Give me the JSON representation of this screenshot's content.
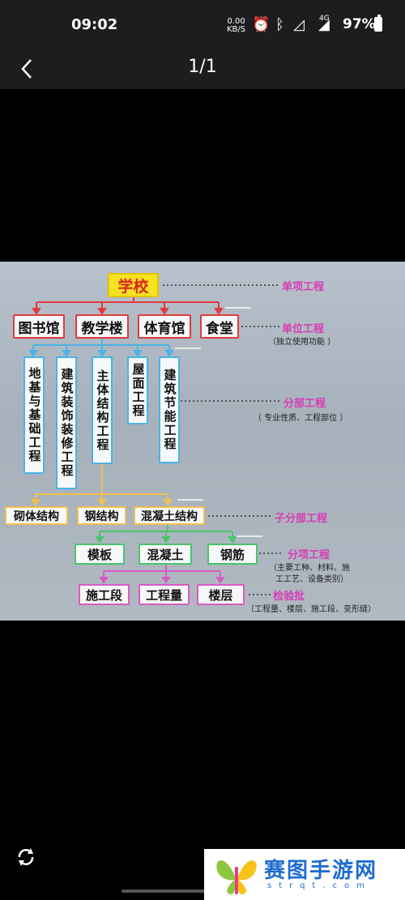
{
  "status": {
    "time": "09:02",
    "net_value": "0.00",
    "net_unit": "KB/S",
    "network": "4G",
    "battery": "97%",
    "battery_level": 0.97,
    "icons": [
      "alarm-icon",
      "bluetooth-icon",
      "signal-none-icon",
      "cell-signal-icon",
      "battery-icon"
    ]
  },
  "titlebar": {
    "page_counter": "1/1",
    "back_icon": "chevron-left-icon"
  },
  "diagram": {
    "root": "学校",
    "level1": [
      "图书馆",
      "教学楼",
      "体育馆",
      "食堂"
    ],
    "level2": [
      "地基与基础工程",
      "建筑装饰装修工程",
      "主体结构工程",
      "屋面工程",
      "建筑节能工程"
    ],
    "level3": [
      "砌体结构",
      "钢结构",
      "混凝土结构"
    ],
    "level4": [
      "模板",
      "混凝土",
      "钢筋"
    ],
    "level5": [
      "施工段",
      "工程量",
      "楼层"
    ],
    "labels": {
      "l0": "单项工程",
      "l1": "单位工程",
      "l1_note": "（独立使用功能 ）",
      "l2": "分部工程",
      "l2_note": "（ 专业性质、工程部位 ）",
      "l3": "子分部工程",
      "l4": "分项工程",
      "l4_note1": "（主要工种、材料、施",
      "l4_note2": "工工艺、设备类别）",
      "l5": "检验批",
      "l5_note": "（工程量、楼层、施工段、变形缝）"
    },
    "colors": {
      "red": "#e1393e",
      "blue": "#49b3e8",
      "yellow": "#f0c050",
      "green": "#49c46a",
      "pink": "#d85bc1",
      "label": "#d73cb6"
    }
  },
  "bottom": {
    "rotate_icon": "rotate-icon",
    "watermark_text": "赛图手游网",
    "watermark_sub": "strqt.com",
    "logo": "butterfly-logo"
  }
}
